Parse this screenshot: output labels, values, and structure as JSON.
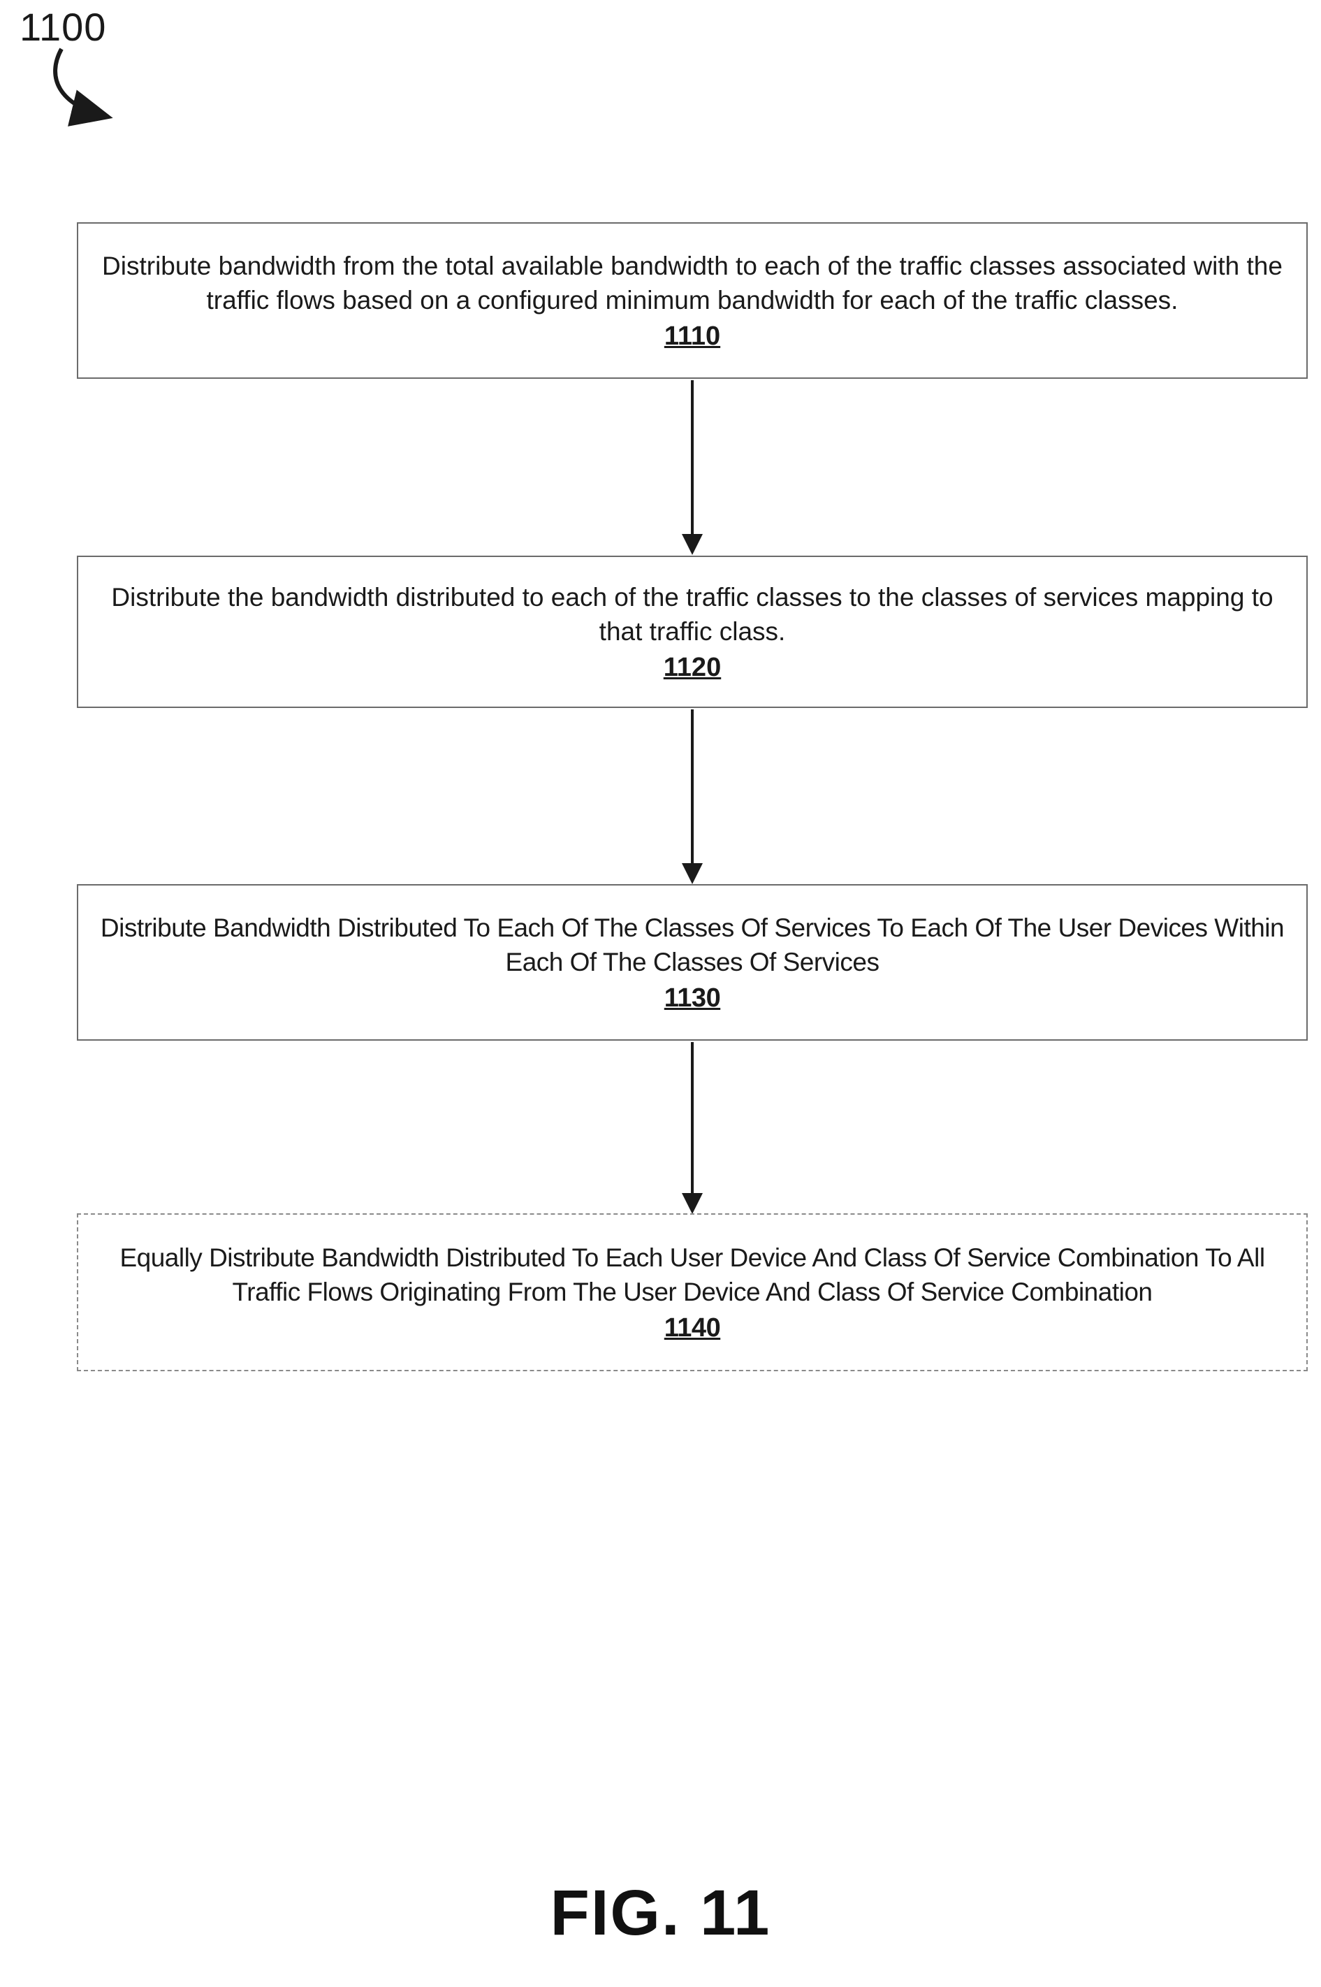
{
  "diagram": {
    "ref_label": "1100",
    "figure_label": "FIG. 11",
    "steps": [
      {
        "text": "Distribute bandwidth from the total available bandwidth to each of the traffic classes associated with the traffic flows based on a configured minimum bandwidth for each of the traffic classes.",
        "ref": "1110"
      },
      {
        "text": "Distribute the bandwidth distributed to each of the traffic classes to the classes of services mapping to that traffic class.",
        "ref": "1120"
      },
      {
        "text": "Distribute Bandwidth Distributed To Each Of The Classes Of Services To Each Of The User Devices Within Each Of The Classes Of Services",
        "ref": "1130"
      },
      {
        "text": "Equally Distribute Bandwidth Distributed To Each User Device And Class Of Service Combination To All Traffic Flows Originating From The User Device And Class Of Service Combination",
        "ref": "1140"
      }
    ],
    "colors": {
      "text": "#1a1a1a",
      "box_border": "#6b6b6b",
      "dashed_border": "#8a8a8a"
    }
  }
}
